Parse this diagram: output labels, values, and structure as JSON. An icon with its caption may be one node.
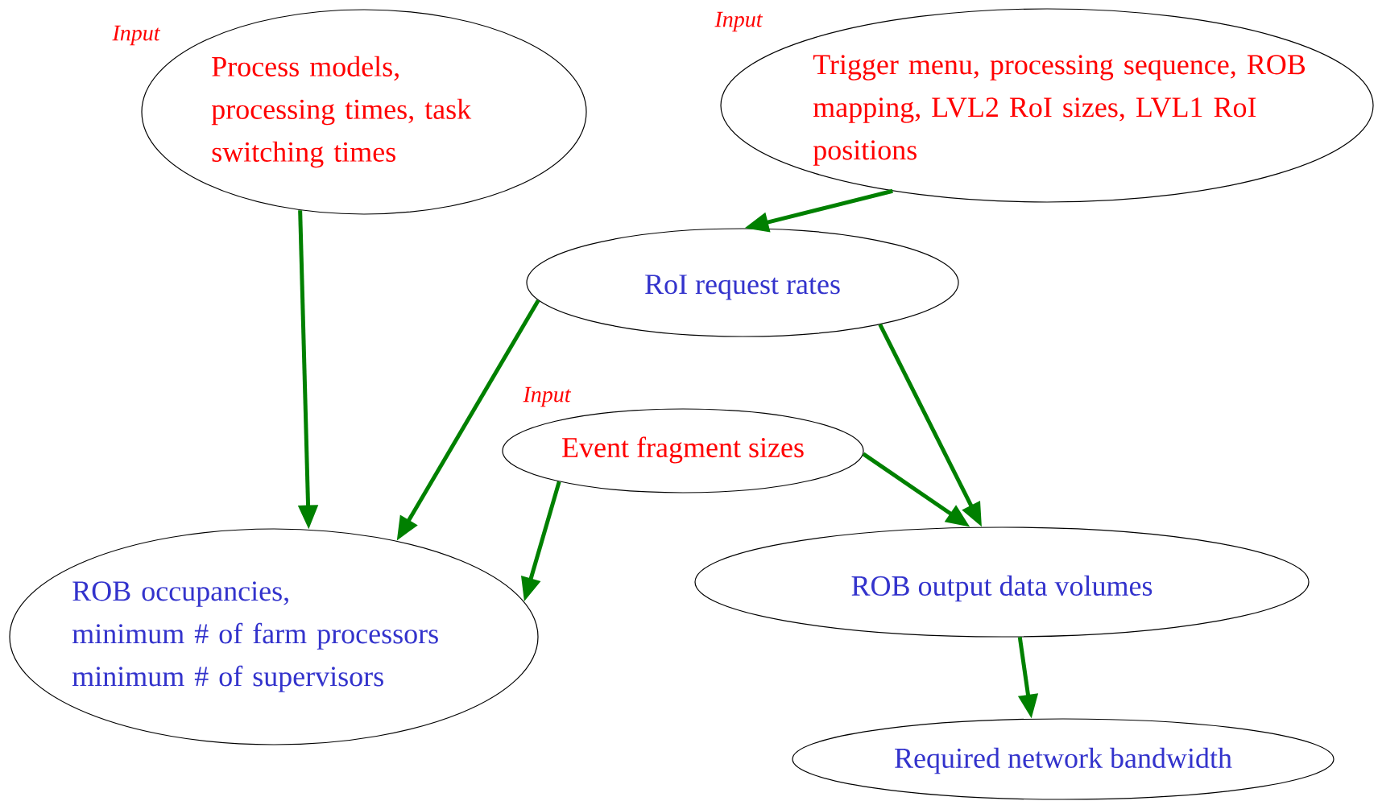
{
  "diagram": {
    "nodes": [
      {
        "text": [
          "Process models, processing times, task switching times"
        ],
        "beside": [
          "Input"
        ]
      },
      {
        "text": [
          "Trigger menu, processing sequence, ROB mapping, LVL2 RoI sizes, LVL1 RoI positions"
        ],
        "beside": [
          "Input"
        ]
      },
      {
        "text": [
          "RoI request rates"
        ]
      },
      {
        "text": [
          "Event fragment sizes"
        ],
        "beside": [
          "Input"
        ]
      },
      {
        "text": [
          "ROB occupancies,",
          "minimum # of farm processors",
          "minimum # of supervisors"
        ]
      },
      {
        "text": [
          "ROB output data volumes"
        ]
      },
      {
        "text": [
          "Required network bandwidth"
        ]
      }
    ],
    "edges": [
      {
        "from": 0,
        "to": 4,
        "arrow": "to"
      },
      {
        "from": 1,
        "to": 2,
        "arrow": "to"
      },
      {
        "from": 2,
        "to": 4,
        "arrow": "to"
      },
      {
        "from": 2,
        "to": 5,
        "arrow": "to"
      },
      {
        "from": 3,
        "to": 4,
        "arrow": "to"
      },
      {
        "from": 3,
        "to": 5,
        "arrow": "to"
      },
      {
        "from": 5,
        "to": 6,
        "arrow": "to"
      }
    ]
  }
}
